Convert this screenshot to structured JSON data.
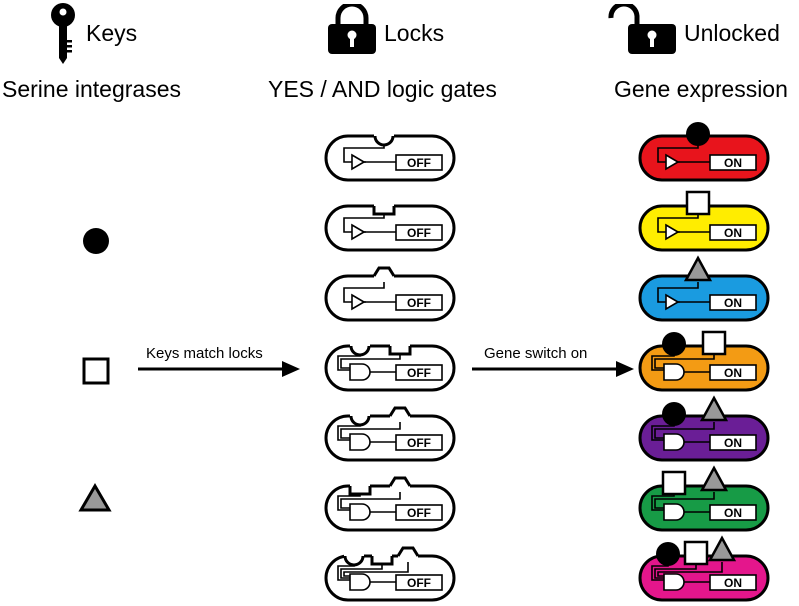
{
  "columns": {
    "keys": {
      "icon": "key-icon",
      "title": "Keys",
      "subtitle": "Serine integrases"
    },
    "locks": {
      "icon": "padlock-closed-icon",
      "title": "Locks",
      "subtitle": "YES / AND logic gates"
    },
    "unlocked": {
      "icon": "padlock-open-icon",
      "title": "Unlocked",
      "subtitle": "Gene expression"
    }
  },
  "keys": [
    {
      "shape": "circle",
      "fill": "#000000"
    },
    {
      "shape": "square",
      "fill": "#ffffff"
    },
    {
      "shape": "triangle",
      "fill": "#999999"
    }
  ],
  "arrows": {
    "keys_to_locks": "Keys match locks",
    "locks_to_unlocked": "Gene switch on"
  },
  "gates": [
    {
      "type": "YES",
      "inputs": [
        "circle"
      ],
      "state_off": "OFF",
      "state_on": "ON",
      "on_color": "#e8141c"
    },
    {
      "type": "YES",
      "inputs": [
        "square"
      ],
      "state_off": "OFF",
      "state_on": "ON",
      "on_color": "#ffed00"
    },
    {
      "type": "YES",
      "inputs": [
        "triangle"
      ],
      "state_off": "OFF",
      "state_on": "ON",
      "on_color": "#1a9be0"
    },
    {
      "type": "AND",
      "inputs": [
        "circle",
        "square"
      ],
      "state_off": "OFF",
      "state_on": "ON",
      "on_color": "#f39b14"
    },
    {
      "type": "AND",
      "inputs": [
        "circle",
        "triangle"
      ],
      "state_off": "OFF",
      "state_on": "ON",
      "on_color": "#6a1e96"
    },
    {
      "type": "AND",
      "inputs": [
        "square",
        "triangle"
      ],
      "state_off": "OFF",
      "state_on": "ON",
      "on_color": "#179b46"
    },
    {
      "type": "AND",
      "inputs": [
        "circle",
        "square",
        "triangle"
      ],
      "state_off": "OFF",
      "state_on": "ON",
      "on_color": "#e4168c"
    }
  ]
}
